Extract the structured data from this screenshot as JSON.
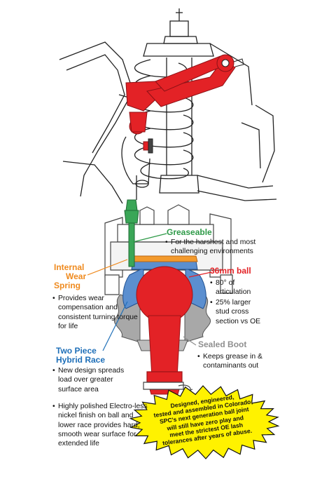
{
  "callouts": {
    "greaseable": {
      "title": "Greaseable",
      "bullets": [
        "For the harshest and most challenging environments"
      ]
    },
    "internal_wear_spring": {
      "title_lines": [
        "Internal",
        "Wear",
        "Spring"
      ],
      "bullets": [
        "Provides wear compensation and consistent turning torque for life"
      ]
    },
    "ball_36mm": {
      "title": "36mm ball",
      "bullets": [
        "80° of articulation",
        "25% larger stud cross section vs OE"
      ]
    },
    "two_piece_hybrid_race": {
      "title_lines": [
        "Two Piece",
        "Hybrid Race"
      ],
      "bullets": [
        "New design spreads load over greater surface area",
        "Highly polished Electro-less nickel finish on ball and lower race provides hard, smooth wear surface for extended life"
      ]
    },
    "sealed_boot": {
      "title": "Sealed Boot",
      "bullets": [
        "Keeps grease in & contaminants out"
      ]
    }
  },
  "burst": {
    "lines": [
      "Designed, engineered,",
      "tested and assembled in Colorado;",
      "SPC's next generation ball joint",
      "will still have zero play and",
      "meet the strictest OE lash",
      "tolerances after years of abuse."
    ]
  },
  "colors": {
    "part_red": "#e32226",
    "greaseable_green": "#2e9a48",
    "spring_orange": "#ef8a1e",
    "race_blue": "#1e6fb8",
    "boot_grey": "#8f8f8f",
    "burst_yellow": "#fff200"
  }
}
